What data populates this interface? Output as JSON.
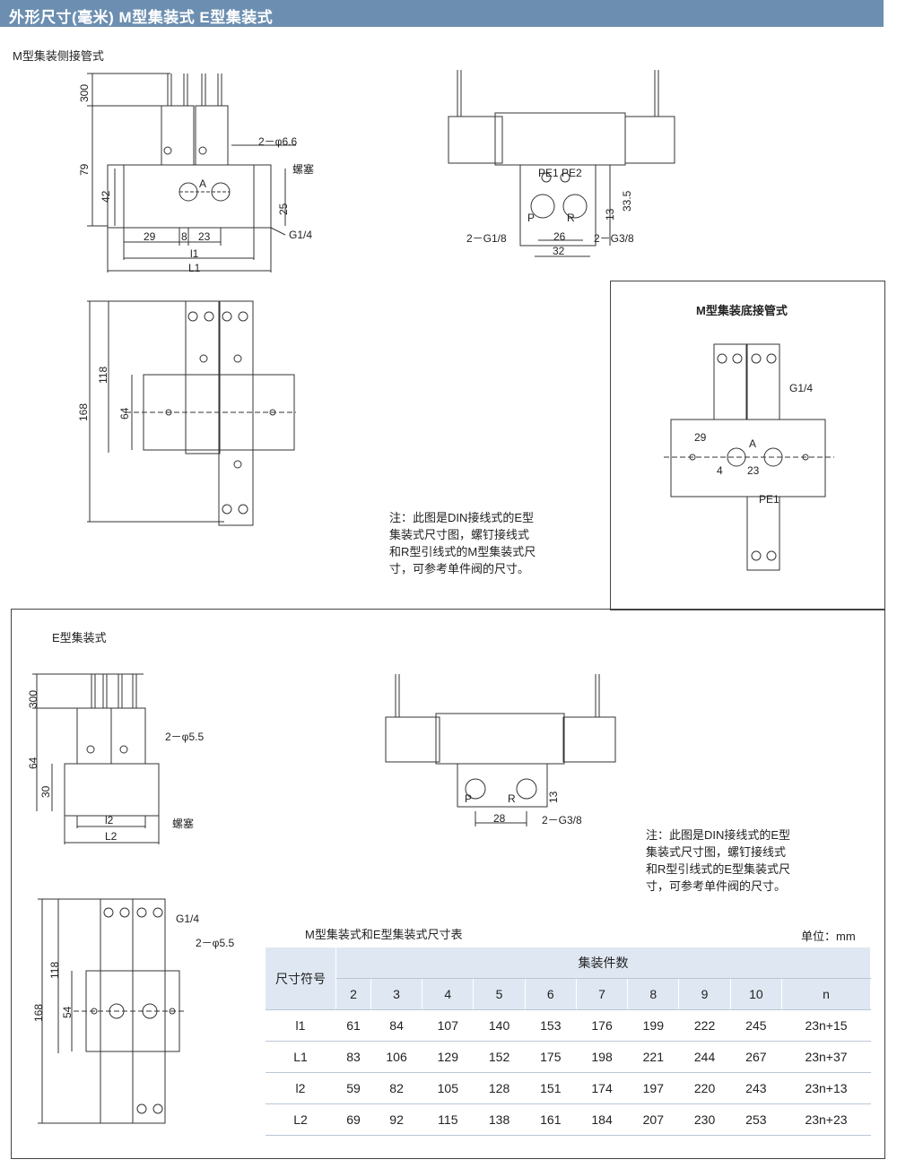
{
  "header": {
    "title": "外形尺寸(毫米)    M型集装式    E型集装式"
  },
  "sections": {
    "m_side": "M型集装侧接管式",
    "m_bottom": "M型集装底接管式",
    "e_type": "E型集装式"
  },
  "m_side_dims": {
    "d300": "300",
    "d79": "79",
    "d42": "42",
    "d25": "25",
    "hole": "2－φ6.6",
    "plug": "螺塞",
    "port": "G1/4",
    "a": "A",
    "d29": "29",
    "d8": "8",
    "d23": "23",
    "l1": "l1",
    "L1": "L1"
  },
  "m_front_dims": {
    "pe1pe2": "PE1 PE2",
    "p": "P",
    "r": "R",
    "g18": "2－G1/8",
    "g38": "2－G3/8",
    "d26": "26",
    "d32": "32",
    "d13": "13",
    "d335": "33.5"
  },
  "m_top_dims": {
    "d168": "168",
    "d118": "118",
    "d64": "64"
  },
  "m_bottom_dims": {
    "g14": "G1/4",
    "d29": "29",
    "a": "A",
    "d4": "4",
    "d23": "23",
    "pe1": "PE1"
  },
  "note_m": [
    "注：此图是DIN接线式的E型",
    "集装式尺寸图，螺钉接线式",
    "和R型引线式的M型集装式尺",
    "寸，可参考单件阀的尺寸。"
  ],
  "e_side_dims": {
    "d300": "300",
    "d64": "64",
    "d30": "30",
    "hole": "2－φ5.5",
    "l2": "l2",
    "L2": "L2",
    "plug": "螺塞"
  },
  "e_front_dims": {
    "p": "P",
    "r": "R",
    "d28": "28",
    "d13": "13",
    "g38": "2－G3/8"
  },
  "e_top_dims": {
    "d168": "168",
    "d118": "118",
    "d54": "54",
    "g14": "G1/4",
    "hole": "2－φ5.5"
  },
  "note_e": [
    "注：此图是DIN接线式的E型",
    "集装式尺寸图，螺钉接线式",
    "和R型引线式的E型集装式尺",
    "寸，可参考单件阀的尺寸。"
  ],
  "table": {
    "title": "M型集装式和E型集装式尺寸表",
    "unit": "单位：mm",
    "symbol_header": "尺寸符号",
    "group_header": "集装件数",
    "counts": [
      "2",
      "3",
      "4",
      "5",
      "6",
      "7",
      "8",
      "9",
      "10",
      "n"
    ],
    "rows": [
      {
        "symbol": "l1",
        "values": [
          "61",
          "84",
          "107",
          "140",
          "153",
          "176",
          "199",
          "222",
          "245",
          "23n+15"
        ]
      },
      {
        "symbol": "L1",
        "values": [
          "83",
          "106",
          "129",
          "152",
          "175",
          "198",
          "221",
          "244",
          "267",
          "23n+37"
        ]
      },
      {
        "symbol": "l2",
        "values": [
          "59",
          "82",
          "105",
          "128",
          "151",
          "174",
          "197",
          "220",
          "243",
          "23n+13"
        ]
      },
      {
        "symbol": "L2",
        "values": [
          "69",
          "92",
          "115",
          "138",
          "161",
          "184",
          "207",
          "230",
          "253",
          "23n+23"
        ]
      }
    ]
  }
}
